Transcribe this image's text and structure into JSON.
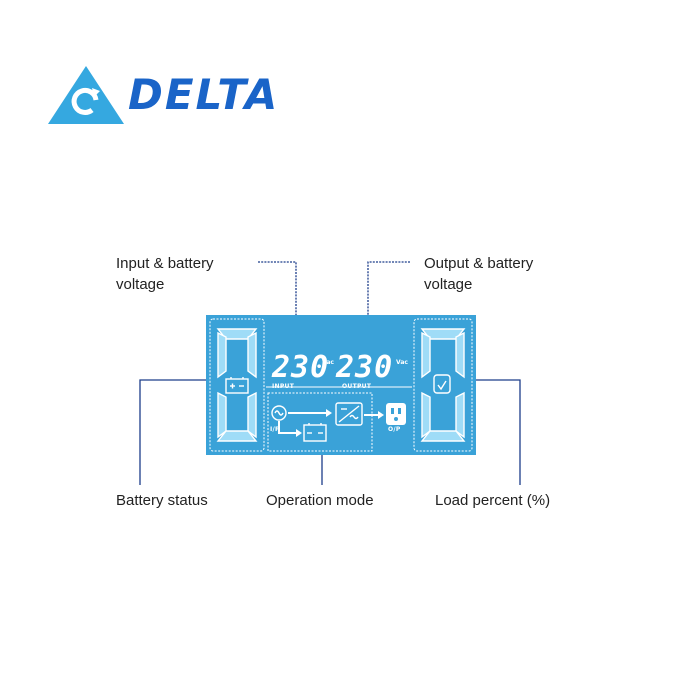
{
  "brand": {
    "name": "DELTA",
    "color": "#1a64c8",
    "logo_icon": "delta-triangle-logo-icon"
  },
  "display": {
    "panel_color": "#3aa2d8",
    "input_value": "230",
    "input_unit": "Vac",
    "input_tag": "INPUT",
    "output_value": "230",
    "output_unit": "Vac",
    "output_tag": "OUTPUT",
    "ip_tag": "I/P",
    "op_tag": "O/P",
    "icons": [
      "battery-icon",
      "ac-source-icon",
      "inverter-icon",
      "outlet-icon",
      "load-icon"
    ]
  },
  "callouts": {
    "input_line1": "Input & battery",
    "input_line2": "voltage",
    "output_line1": "Output & battery",
    "output_line2": "voltage",
    "battery_status": "Battery status",
    "operation_mode": "Operation mode",
    "load_percent": "Load percent (%)"
  }
}
